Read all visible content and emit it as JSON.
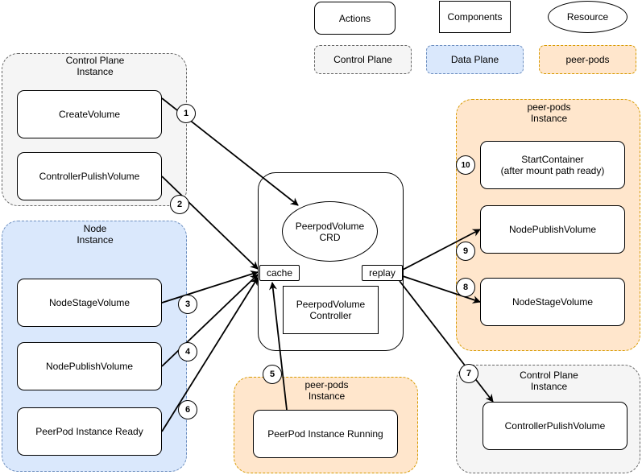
{
  "legend": {
    "actions": "Actions",
    "components": "Components",
    "resource": "Resource",
    "control_plane": "Control Plane",
    "data_plane": "Data Plane",
    "peer_pods": "peer-pods"
  },
  "groups": {
    "control_plane_left": "Control Plane\nInstance",
    "node": "Node\nInstance",
    "peer_pods_bottom": "peer-pods\nInstance",
    "peer_pods_right": "peer-pods\nInstance",
    "control_plane_right": "Control Plane\nInstance"
  },
  "actions": {
    "create_volume": "CreateVolume",
    "controller_publish_left": "ControllerPulishVolume",
    "node_stage_left": "NodeStageVolume",
    "node_publish_left": "NodePublishVolume",
    "peerpod_ready": "PeerPod Instance Ready",
    "peerpod_running": "PeerPod Instance Running",
    "start_container": "StartContainer\n(after mount path ready)",
    "node_publish_right": "NodePublishVolume",
    "node_stage_right": "NodeStageVolume",
    "controller_publish_right": "ControllerPulishVolume"
  },
  "center": {
    "crd": "PeerpodVolume\nCRD",
    "controller": "PeerpodVolume\nController",
    "cache": "cache",
    "replay": "replay"
  },
  "steps": [
    "1",
    "2",
    "3",
    "4",
    "5",
    "6",
    "7",
    "8",
    "9",
    "10"
  ],
  "colors": {
    "control_plane_fill": "#f5f5f5",
    "control_plane_border": "#666666",
    "data_plane_fill": "#dae8fc",
    "data_plane_border": "#6c8ebf",
    "peer_pods_fill": "#ffe6cc",
    "peer_pods_border": "#d79b00"
  }
}
